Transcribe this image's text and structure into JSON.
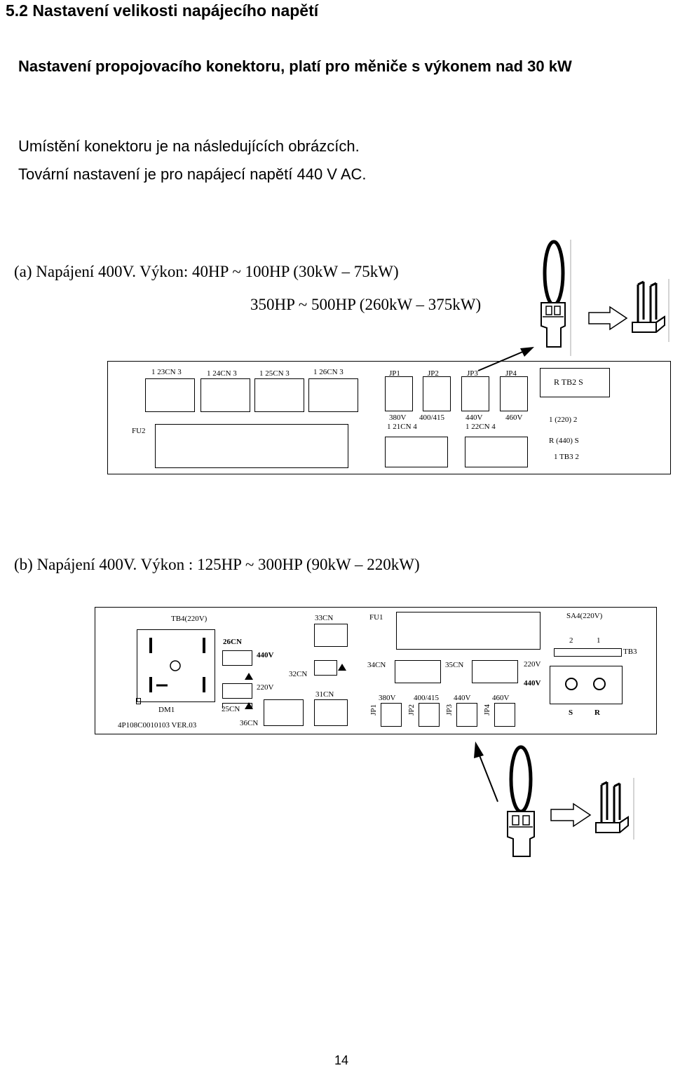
{
  "header": {
    "section_title": "5.2  Nastavení velikosti napájecího napětí",
    "subtitle": "Nastavení propojovacího konektoru, platí pro měniče s výkonem nad 30 kW"
  },
  "intro": {
    "line1": "Umístění konektoru je na následujících obrázcích.",
    "line2": "Tovární nastavení je pro napájecí napětí  440 V AC."
  },
  "figure_a": {
    "caption_line1": "(a) Napájení 400V.  Výkon: 40HP ~ 100HP (30kW – 75kW)",
    "caption_line2": "350HP ~ 500HP (260kW – 375kW)",
    "board": {
      "cn23": "1 23CN 3",
      "cn24": "1 24CN 3",
      "cn25": "1 25CN 3",
      "cn26": "1 26CN 3",
      "jp1": "JP1",
      "jp2": "JP2",
      "jp3": "JP3",
      "jp4": "JP4",
      "tb2": "R   TB2   S",
      "fu2": "FU2",
      "v380": "380V",
      "v400": "400/415",
      "v440": "440V",
      "v460": "460V",
      "cn21": "1  21CN  4",
      "cn22": "1  22CN  4",
      "tb3_220": "1     (220)  2",
      "tb3_440": "R      (440) S",
      "tb3": "1    TB3    2"
    }
  },
  "figure_b": {
    "caption": "(b) Napájení 400V.  Výkon : 125HP ~ 300HP  (90kW – 220kW)",
    "board": {
      "tb4": "TB4(220V)",
      "cn33": "33CN",
      "fu1": "FU1",
      "sa4": "SA4(220V)",
      "cn26": "26CN",
      "v440_top": "440V",
      "v220_mid": "220V",
      "cn32": "32CN",
      "cn31": "31CN",
      "cn25": "25CN",
      "cn36": "36CN",
      "dm1": "DM1",
      "part_no": "4P108C0010103   VER.03",
      "cn34": "34CN",
      "cn35": "35CN",
      "v220_r": "220V",
      "v440_r": "440V",
      "v380": "380V",
      "v400": "400/415",
      "v440": "440V",
      "v460": "460V",
      "jp1": "JP1",
      "jp2": "JP2",
      "jp3": "JP3",
      "jp4": "JP4",
      "sa4_2": "2",
      "sa4_1": "1",
      "tb3": "TB3",
      "s_label": "S",
      "r_label": "R"
    }
  },
  "footer": {
    "page_number": "14"
  }
}
